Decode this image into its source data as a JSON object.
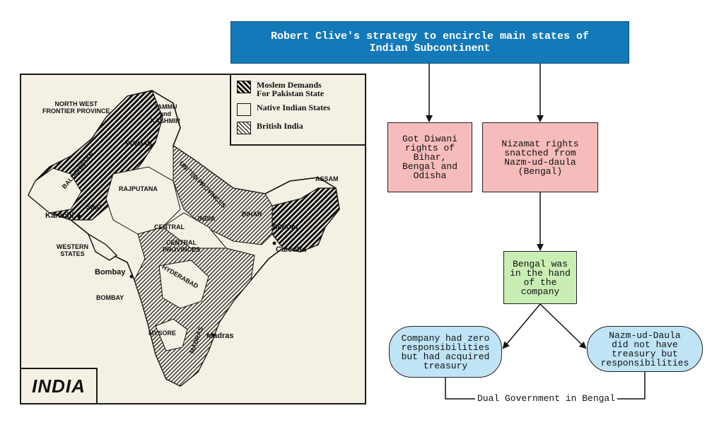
{
  "flowchart": {
    "title": "Robert Clive's strategy to encircle main states of\nIndian Subcontinent",
    "diwani": "Got Diwani\nrights of\nBihar,\nBengal and\nOdisha",
    "nizamat": "Nizamat rights\nsnatched from\nNazm-ud-daula\n(Bengal)",
    "bengal_company": "Bengal was\nin the hand\nof the\ncompany",
    "company_zero": "Company had zero\nresponsibilities\nbut had acquired\ntreasury",
    "nazm_no_treasury": "Nazm-ud-Daula\ndid not have\ntreasury but\nresponsibilities",
    "dual_government": "Dual Government in Bengal",
    "colors": {
      "title_fill": "#1379b9",
      "pink_fill": "#f6bcbc",
      "green_fill": "#c9eeb4",
      "blue_fill": "#bfe4f6"
    }
  },
  "map": {
    "legend": {
      "moslem": "Moslem Demands\nFor Pakistan State",
      "native": "Native Indian States",
      "british": "British India"
    },
    "title": "INDIA",
    "regions": {
      "nwfp": "NORTH WEST\nFRONTIER PROVINCE",
      "jammu": "JAMMU\nand\nKASHMIR",
      "punjab": "PUNJAB",
      "baluchistan": "BALUCHISTAN",
      "sind": "SIND",
      "rajputana": "RAJPUTANA",
      "united_provinces": "UNITED PROVINCES",
      "assam": "ASSAM",
      "india": "INDIA",
      "bihar": "BIHAR",
      "bengal": "BENGAL",
      "central_india": "CENTRAL",
      "central_provinces": "CENTRAL\nPROVINCES",
      "western_states": "WESTERN\nSTATES",
      "hyderabad": "HYDERABAD",
      "bombay_province": "BOMBAY",
      "mysore": "MYSORE",
      "madras_province": "MADRAS"
    },
    "cities": {
      "karachi": "Karachi",
      "bombay": "Bombay",
      "calcutta": "Calcutta",
      "madras": "Madras"
    }
  }
}
